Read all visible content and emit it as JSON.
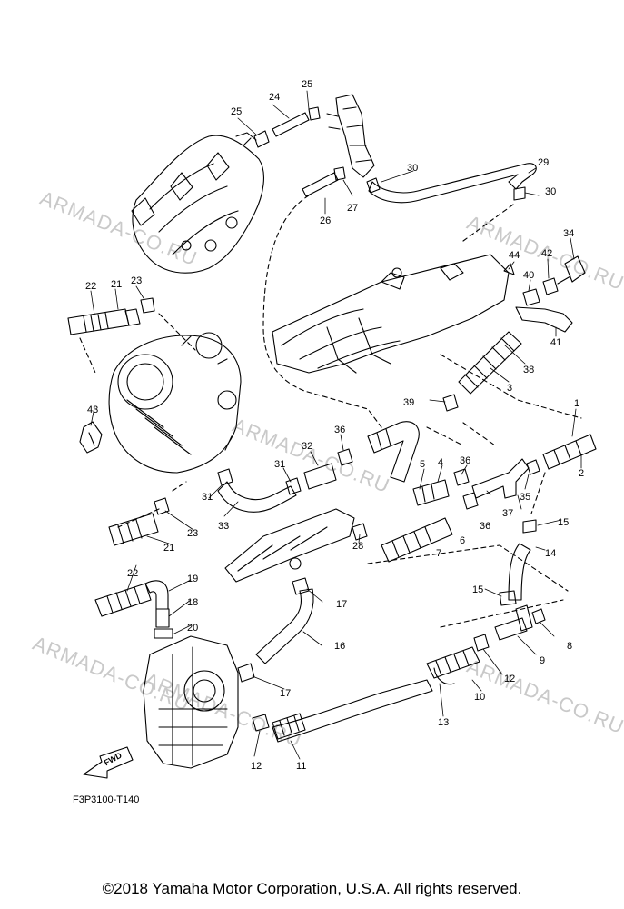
{
  "watermarks": [
    "ARMADA-CO.RU",
    "ARMADA-CO.RU",
    "ARMADA-CO.RU",
    "ARMADA-CO.RU",
    "ARMADA-CO.RU",
    "ARMADA-CO.RU"
  ],
  "callouts": [
    "1",
    "2",
    "3",
    "4",
    "5",
    "6",
    "7",
    "8",
    "9",
    "10",
    "11",
    "12",
    "12",
    "13",
    "14",
    "15",
    "15",
    "16",
    "17",
    "17",
    "18",
    "19",
    "20",
    "21",
    "21",
    "22",
    "22",
    "23",
    "23",
    "24",
    "25",
    "25",
    "26",
    "27",
    "28",
    "29",
    "30",
    "30",
    "31",
    "31",
    "32",
    "33",
    "34",
    "35",
    "36",
    "36",
    "36",
    "37",
    "38",
    "39",
    "40",
    "41",
    "42",
    "43",
    "44"
  ],
  "reference_code": "F3P3100-T140",
  "fwd_label": "FWD",
  "copyright": "©2018 Yamaha Motor Corporation, U.S.A. All rights reserved.",
  "colors": {
    "line": "#000000",
    "watermark": "#c9c9c9",
    "background": "#ffffff"
  }
}
